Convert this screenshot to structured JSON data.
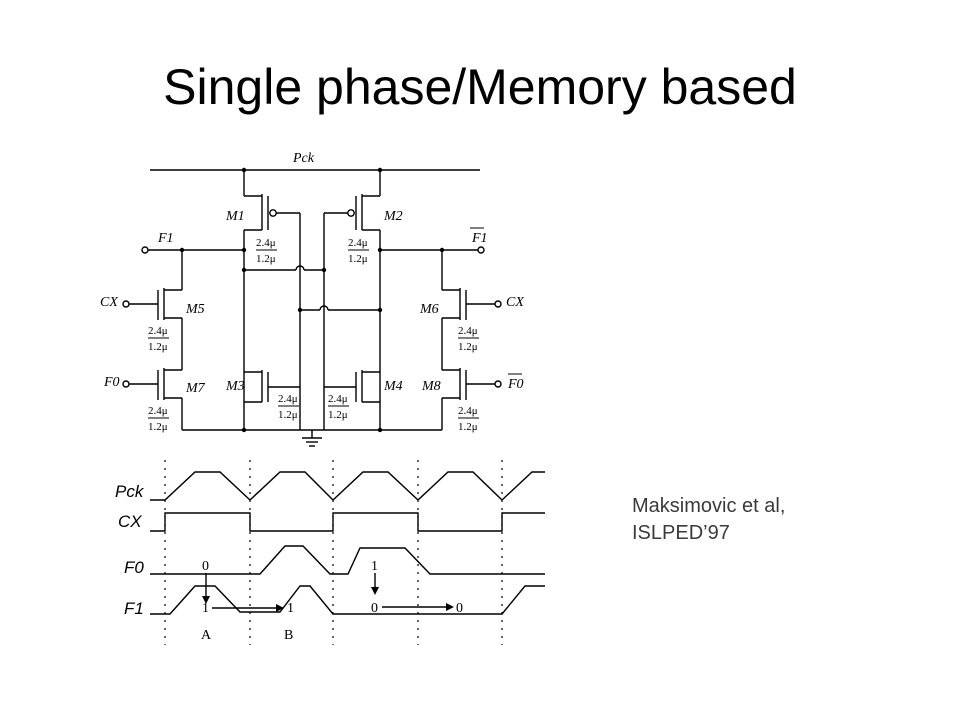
{
  "slide": {
    "title": "Single phase/Memory based",
    "citation_line1": "Maksimovic et al,",
    "citation_line2": "ISLPED’97"
  },
  "schematic": {
    "clock_label": "Pck",
    "left_output": "F1",
    "right_output": "F1",
    "left_control": "CX",
    "right_control": "CX",
    "left_input": "F0",
    "right_input": "F0",
    "transistors": [
      "M1",
      "M2",
      "M3",
      "M4",
      "M5",
      "M6",
      "M7",
      "M8"
    ],
    "size_width": "2.4μ",
    "size_length": "1.2μ"
  },
  "timing": {
    "signals": [
      "Pck",
      "CX",
      "F0",
      "F1"
    ],
    "f0_marks": [
      "0",
      "1"
    ],
    "f1_marks": [
      "1",
      "1",
      "0",
      "0"
    ],
    "phase_labels": [
      "A",
      "B"
    ]
  }
}
